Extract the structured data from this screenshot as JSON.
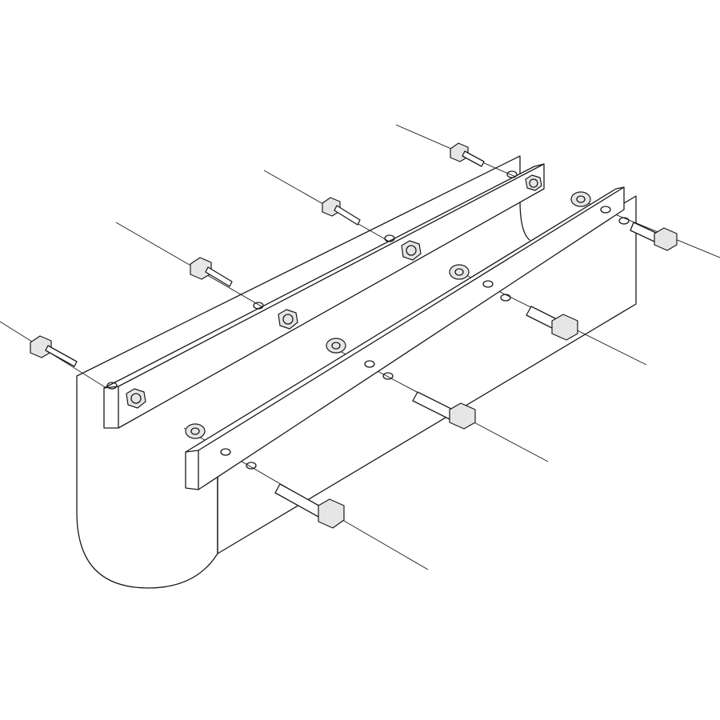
{
  "diagram": {
    "colors": {
      "line": "#1a1a1a",
      "fill": "#ffffff",
      "shade": "#e6e6e6"
    },
    "parts": [
      "trough",
      "flange-bar-left",
      "flange-bar-right",
      "bolt",
      "nut",
      "washer"
    ]
  }
}
